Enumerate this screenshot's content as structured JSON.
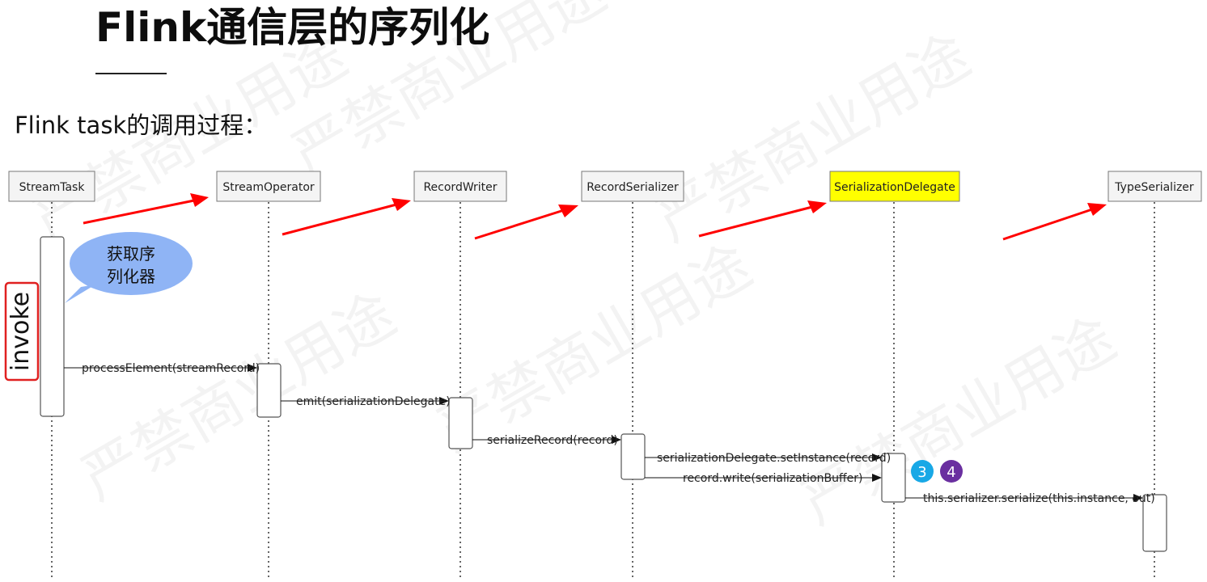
{
  "title": "Flink通信层的序列化",
  "subtitle": "Flink task的调用过程：",
  "watermark": "严禁商业用途",
  "colors": {
    "highlight_participant": "#ffff00",
    "arrow_red": "#ff0000",
    "bubble_fill": "#8fb4f5",
    "invoke_border": "#e02020",
    "badge_3": "#18a8e6",
    "badge_4": "#6a2fa0"
  },
  "participants": [
    {
      "name": "StreamTask",
      "highlight": false
    },
    {
      "name": "StreamOperator",
      "highlight": false
    },
    {
      "name": "RecordWriter",
      "highlight": false
    },
    {
      "name": "RecordSerializer",
      "highlight": false
    },
    {
      "name": "SerializationDelegate",
      "highlight": true
    },
    {
      "name": "TypeSerializer",
      "highlight": false
    }
  ],
  "messages": [
    {
      "label": "processElement(streamRecord)",
      "from": "StreamTask",
      "to": "StreamOperator"
    },
    {
      "label": "emit(serializationDelegate)",
      "from": "StreamOperator",
      "to": "RecordWriter"
    },
    {
      "label": "serializeRecord(record)",
      "from": "RecordWriter",
      "to": "RecordSerializer"
    },
    {
      "label": "serializationDelegate.setInstance(record)",
      "from": "RecordSerializer",
      "to": "SerializationDelegate"
    },
    {
      "label": "record.write(serializationBuffer)",
      "from": "RecordSerializer",
      "to": "SerializationDelegate"
    },
    {
      "label": "this.serializer.serialize(this.instance, out)",
      "from": "SerializationDelegate",
      "to": "TypeSerializer"
    }
  ],
  "callout": {
    "line1": "获取序",
    "line2": "列化器"
  },
  "invoke_label": "invoke",
  "badges": [
    "3",
    "4"
  ]
}
